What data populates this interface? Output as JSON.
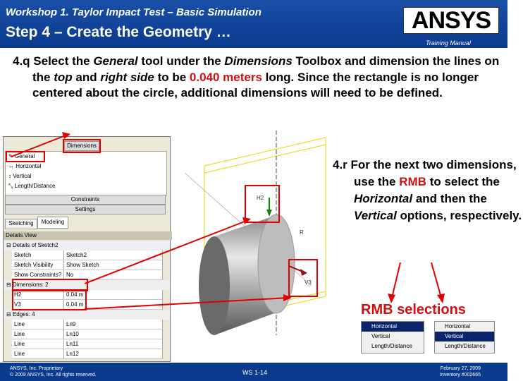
{
  "header": {
    "workshop_title": "Workshop 1.  Taylor Impact Test – Basic Simulation",
    "step_title": "Step 4 – Create the Geometry …",
    "logo_text": "ANSYS",
    "training_manual": "Training Manual"
  },
  "instruction": {
    "prefix": "4.q  Select the ",
    "general": "General",
    "mid1": " tool under the ",
    "dimensions": "Dimensions",
    "mid2": " Toolbox and dimension the lines on the ",
    "top": "top",
    "mid3": " and ",
    "right_side": "right side",
    "mid4": " to be ",
    "value": "0.040 meters",
    "suffix": " long.  Since the rectangle is no longer centered about the circle, additional dimensions will need to be defined."
  },
  "toolbox": {
    "dimensions_header": "Dimensions",
    "items": [
      "General",
      "Horizontal",
      "Vertical",
      "Length/Distance"
    ],
    "constraints_header": "Constraints",
    "settings_header": "Settings",
    "tabs": [
      "Sketching",
      "Modeling"
    ]
  },
  "details": {
    "title": "Details View",
    "section1": "Details of Sketch2",
    "rows1": [
      {
        "k": "Sketch",
        "v": "Sketch2"
      },
      {
        "k": "Sketch Visibility",
        "v": "Show Sketch"
      },
      {
        "k": "Show Constraints?",
        "v": "No"
      }
    ],
    "section2": "Dimensions: 2",
    "rows2": [
      {
        "k": "H2",
        "v": "0.04 m"
      },
      {
        "k": "V3",
        "v": "0.04 m"
      }
    ],
    "section3": "Edges: 4",
    "rows3": [
      {
        "k": "Line",
        "v": "Ln9"
      },
      {
        "k": "Line",
        "v": "Ln10"
      },
      {
        "k": "Line",
        "v": "Ln11"
      },
      {
        "k": "Line",
        "v": "Ln12"
      }
    ]
  },
  "viewport": {
    "labels": {
      "h2": "H2",
      "r": "R",
      "v3": "V3"
    }
  },
  "right_text": {
    "prefix": "4.r  For the next two dimensions, use the ",
    "rmb": "RMB",
    "mid": " to select the ",
    "horizontal": "Horizontal",
    "mid2": " and then the ",
    "vertical": "Vertical",
    "suffix": " options, respectively."
  },
  "rmb_label": "RMB selections",
  "menu1": [
    "Horizontal",
    "Vertical",
    "Length/Distance"
  ],
  "menu2": [
    "Horizontal",
    "Vertical",
    "Length/Distance"
  ],
  "footer": {
    "left_line1": "ANSYS, Inc. Proprietary",
    "left_line2": "© 2009 ANSYS, Inc.  All rights reserved.",
    "mid": "WS 1-14",
    "right_line1": "February 27, 2009",
    "right_line2": "Inventory #002665"
  },
  "colors": {
    "accent_red": "#d01010",
    "header_blue": "#0a3a8c"
  }
}
